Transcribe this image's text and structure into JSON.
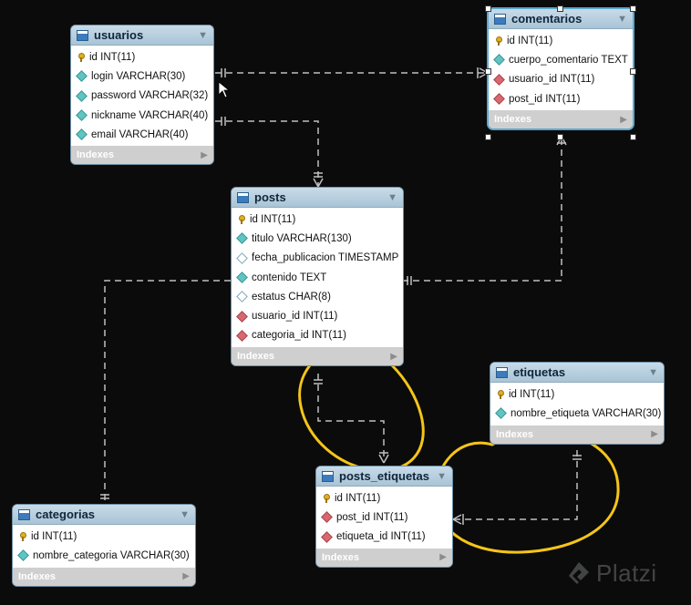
{
  "tables": {
    "usuarios": {
      "name": "usuarios",
      "columns": [
        {
          "text": "id INT(11)",
          "kind": "pk"
        },
        {
          "text": "login VARCHAR(30)",
          "kind": "col"
        },
        {
          "text": "password VARCHAR(32)",
          "kind": "col"
        },
        {
          "text": "nickname VARCHAR(40)",
          "kind": "col"
        },
        {
          "text": "email VARCHAR(40)",
          "kind": "col"
        }
      ],
      "footer": "Indexes"
    },
    "comentarios": {
      "name": "comentarios",
      "columns": [
        {
          "text": "id INT(11)",
          "kind": "pk"
        },
        {
          "text": "cuerpo_comentario TEXT",
          "kind": "col"
        },
        {
          "text": "usuario_id INT(11)",
          "kind": "fk"
        },
        {
          "text": "post_id INT(11)",
          "kind": "fk"
        }
      ],
      "footer": "Indexes"
    },
    "posts": {
      "name": "posts",
      "columns": [
        {
          "text": "id INT(11)",
          "kind": "pk"
        },
        {
          "text": "titulo VARCHAR(130)",
          "kind": "col"
        },
        {
          "text": "fecha_publicacion TIMESTAMP",
          "kind": "null"
        },
        {
          "text": "contenido TEXT",
          "kind": "col"
        },
        {
          "text": "estatus CHAR(8)",
          "kind": "null"
        },
        {
          "text": "usuario_id INT(11)",
          "kind": "fk"
        },
        {
          "text": "categoria_id INT(11)",
          "kind": "fk"
        }
      ],
      "footer": "Indexes"
    },
    "etiquetas": {
      "name": "etiquetas",
      "columns": [
        {
          "text": "id INT(11)",
          "kind": "pk"
        },
        {
          "text": "nombre_etiqueta VARCHAR(30)",
          "kind": "col"
        }
      ],
      "footer": "Indexes"
    },
    "posts_etiquetas": {
      "name": "posts_etiquetas",
      "columns": [
        {
          "text": "id INT(11)",
          "kind": "pk"
        },
        {
          "text": "post_id INT(11)",
          "kind": "fk"
        },
        {
          "text": "etiqueta_id INT(11)",
          "kind": "fk"
        }
      ],
      "footer": "Indexes"
    },
    "categorias": {
      "name": "categorias",
      "columns": [
        {
          "text": "id INT(11)",
          "kind": "pk"
        },
        {
          "text": "nombre_categoria VARCHAR(30)",
          "kind": "col"
        }
      ],
      "footer": "Indexes"
    }
  },
  "watermark": "Platzi",
  "colors": {
    "background": "#0b0b0b",
    "header": "#b5ccdc",
    "connector": "#bfbfbf",
    "annotation": "#f5c518",
    "pk_icon": "#e0b020",
    "column_icon": "#5fc4c2",
    "fk_icon": "#d9676f"
  },
  "icons": {
    "table": "table-icon",
    "primary_key": "key-icon",
    "column": "diamond-icon",
    "foreign_key": "red-diamond-icon",
    "nullable": "hollow-diamond-icon",
    "collapse": "triangle-down-icon",
    "expand": "triangle-right-icon"
  }
}
